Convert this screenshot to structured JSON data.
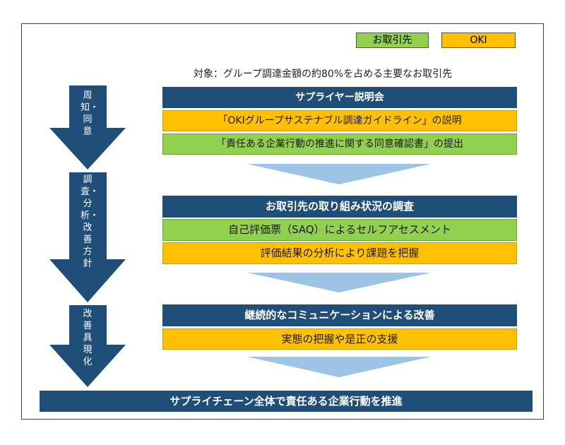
{
  "legend": {
    "partner": "お取引先",
    "oki": "OKI"
  },
  "target_text": "対象：グループ調達金額の約80%を占める主要なお取引先",
  "stages": [
    {
      "label": "周知・同意"
    },
    {
      "label": "調査・分析・改善方針"
    },
    {
      "label": "改善具現化"
    }
  ],
  "rows": {
    "stage1": {
      "header": "サプライヤー説明会",
      "item1": "「OKIグループサステナブル調達ガイドライン」の説明",
      "item2": "「責任ある企業行動の推進に関する同意確認書」の提出"
    },
    "stage2": {
      "header": "お取引先の取り組み状況の調査",
      "item1": "自己評価票（SAQ）によるセルフアセスメント",
      "item2": "評価結果の分析により課題を把握"
    },
    "stage3": {
      "header": "継続的なコミュニケーションによる改善",
      "item1": "実態の把握や是正の支援"
    }
  },
  "conclusion": "サプライチェーン全体で責任ある企業行動を推進",
  "colors": {
    "navy": "#1f4e79",
    "orange": "#ffc000",
    "green": "#92d050",
    "light_blue": "#9dc3e6"
  }
}
